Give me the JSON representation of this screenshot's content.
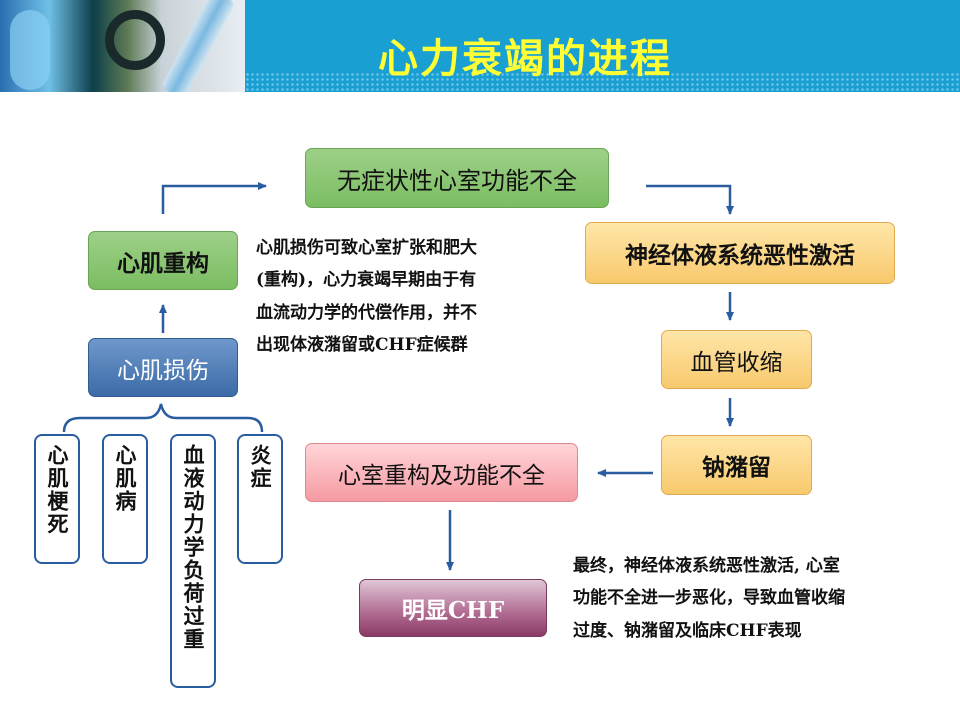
{
  "title": "心力衰竭的进程",
  "nodes": {
    "asymptomatic": "无症状性心室功能不全",
    "neurohumoral": "神经体液系统恶性激活",
    "vasoconstriction": "血管收缩",
    "sodium_retention": "钠潴留",
    "remodeling_dysfunction": "心室重构及功能不全",
    "overt_chf": "明显CHF",
    "myocardial_remodeling": "心肌重构",
    "myocardial_injury": "心肌损伤"
  },
  "causes": [
    "心肌梗死",
    "心肌病",
    "血液动力学负荷过重",
    "炎症"
  ],
  "notes": {
    "early": [
      "心肌损伤可致心室扩张和肥大",
      "(重构)，心力衰竭早期由于有",
      "血流动力学的代偿作用，并不",
      "出现体液潴留或CHF症候群"
    ],
    "final": [
      "最终，神经体液系统恶性激活, 心室",
      "功能不全进一步恶化，导致血管收缩",
      "过度、钠潴留及临床CHF表现"
    ]
  },
  "colors": {
    "header": "#1a9fd3",
    "title": "#ffff33",
    "arrow": "#2a5d9f"
  }
}
